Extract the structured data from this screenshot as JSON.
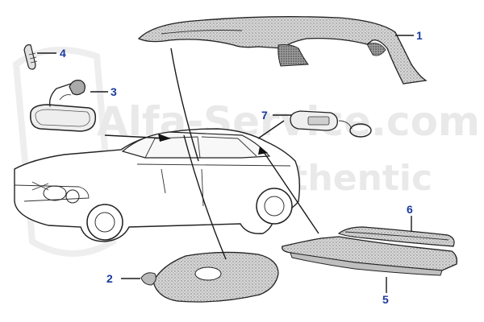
{
  "watermark": {
    "line1": "Alfa-Service.com",
    "line2": "Authentic"
  },
  "callouts": [
    "1",
    "2",
    "3",
    "4",
    "5",
    "6",
    "7"
  ],
  "colors": {
    "callout": "#1b3a9c",
    "leader": "#1a1a1a",
    "ink": "#222222",
    "panel_fill": "#d8d8d8",
    "watermark": "#e9e9e9"
  }
}
